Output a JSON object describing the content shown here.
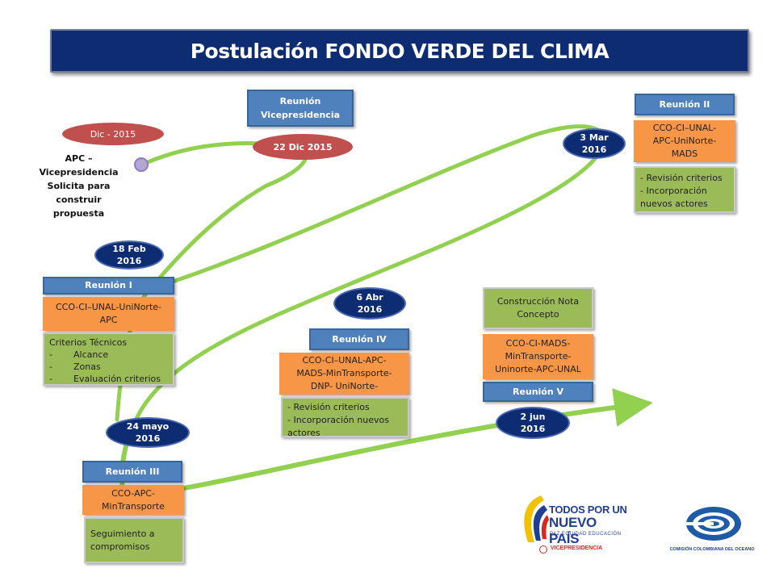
{
  "title": "Postulación FONDO VERDE DEL CLIMA",
  "start": {
    "date": "Dic - 2015",
    "note": [
      "APC – Vicepresidencia",
      "Solicita para construir",
      "propuesta"
    ]
  },
  "vicepresidencia": {
    "label": [
      "Reunión",
      "Vicepresidencia"
    ],
    "date": "22 Dic 2015"
  },
  "reunion1": {
    "label": "Reunión I",
    "date": [
      "18 Feb",
      "2016"
    ],
    "participants": [
      "CCO-CI–UNAL-UniNorte-",
      "APC"
    ],
    "heading": "Criterios Técnicos",
    "items": [
      {
        "dash": "-",
        "text": "Alcance"
      },
      {
        "dash": "-",
        "text": "Zonas"
      },
      {
        "dash": "-",
        "text": "Evaluación criterios"
      }
    ]
  },
  "reunion2": {
    "label": "Reunión II",
    "date": [
      "3 Mar",
      "2016"
    ],
    "participants": [
      "CCO-CI–UNAL-",
      "APC-UniNorte-",
      "MADS"
    ],
    "items": [
      "- Revisión criterios",
      "- Incorporación",
      "nuevos actores"
    ]
  },
  "reunion3": {
    "label": "Reunión III",
    "date": [
      "24 mayo",
      "2016"
    ],
    "participants": [
      "CCO-APC-",
      "MinTransporte"
    ],
    "items": [
      "Seguimiento a",
      "compromisos"
    ]
  },
  "reunion4": {
    "label": "Reunión IV",
    "date": [
      "6 Abr",
      "2016"
    ],
    "participants": [
      "CCO-CI–UNAL-APC-",
      "MADS-MinTransporte-",
      "DNP- UniNorte-"
    ],
    "items": [
      "- Revisión criterios",
      "- Incorporación nuevos",
      "actores"
    ]
  },
  "reunion5": {
    "label": "Reunión V",
    "date": [
      "2 jun",
      "2016"
    ],
    "participants": [
      "CCO-CI-MADS-",
      "MinTransporte-",
      "Uninorte-APC-UNAL"
    ],
    "concept": [
      "Construcción  Nota",
      "Concepto"
    ]
  },
  "logos": {
    "tpunp_line1": "TODOS POR UN",
    "tpunp_line2": "NUEVO PAÍS",
    "tpunp_line3": "PAZ  EQUIDAD  EDUCACIÓN",
    "vice": "VICEPRESIDENCIA",
    "cco": "COMISIÓN COLOMBIANA DEL OCEANO"
  },
  "colors": {
    "path": "#92d050",
    "navy": "#0e2c72",
    "blue": "#4f81bd",
    "orange": "#f79646",
    "green": "#9bbb59",
    "red": "#c0504d"
  }
}
